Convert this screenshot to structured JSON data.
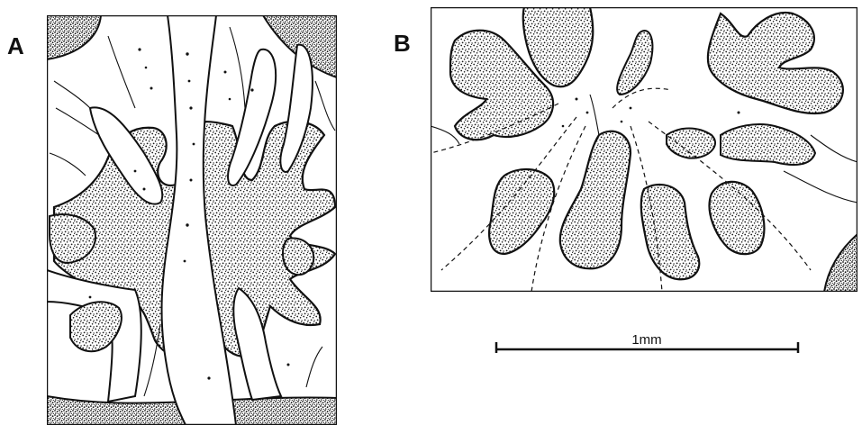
{
  "panels": {
    "a": {
      "label": "A"
    },
    "b": {
      "label": "B"
    }
  },
  "scale_bar": {
    "label": "1mm"
  },
  "colors": {
    "ink": "#111111",
    "paper": "#ffffff",
    "stipple": "#1a1a1a"
  }
}
